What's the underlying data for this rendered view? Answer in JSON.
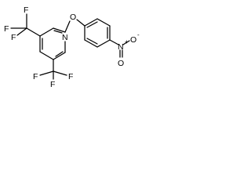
{
  "molecule": {
    "atoms": {
      "n_pyridine": "N",
      "o_ether": "O",
      "cf3_top": {
        "f1": "F",
        "f2": "F",
        "f3": "F"
      },
      "cf3_bottom": {
        "f1": "F",
        "f2": "F",
        "f3": "F"
      },
      "nitro": {
        "n": "N",
        "n_charge": "+",
        "o_single": "O",
        "o_charge": "-",
        "o_double": "O"
      }
    }
  }
}
